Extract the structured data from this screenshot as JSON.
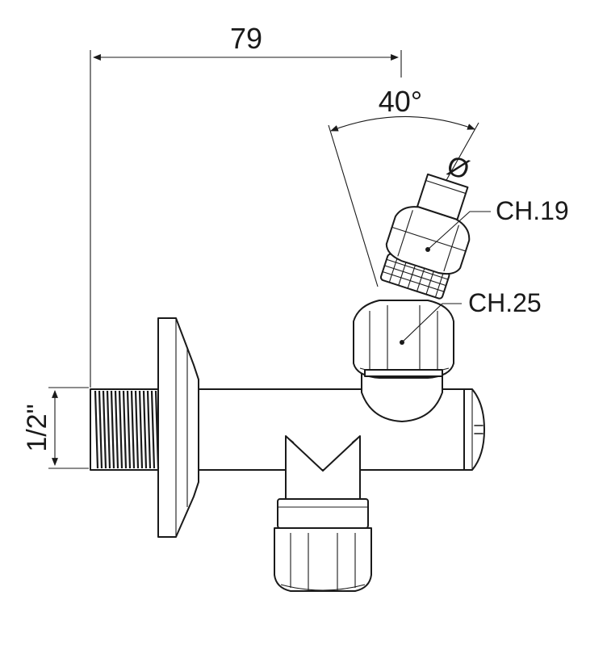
{
  "dimensions": {
    "length": "79",
    "angle": "40°",
    "diameter_symbol": "Ø",
    "thread": "1/2\""
  },
  "callouts": {
    "nut_small": "CH.19",
    "nut_large": "CH.25"
  },
  "colors": {
    "line": "#1a1a1a",
    "background": "#ffffff"
  }
}
